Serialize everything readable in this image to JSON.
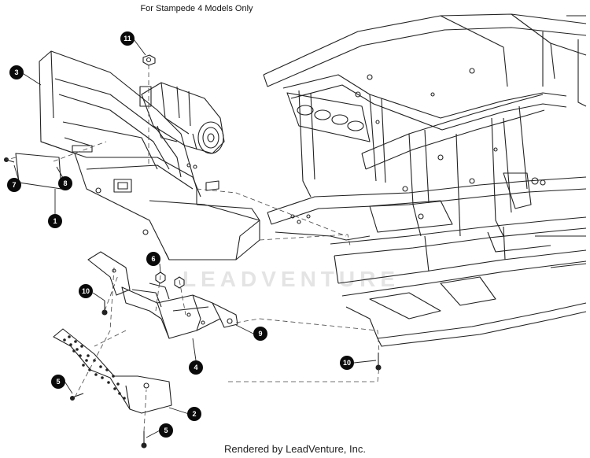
{
  "header": {
    "title": "For Stampede 4 Models Only"
  },
  "footer": {
    "credit": "Rendered by LeadVenture, Inc."
  },
  "watermark": {
    "text": "LEADVENTURE"
  },
  "callouts": [
    {
      "id": "c11",
      "label": "11"
    },
    {
      "id": "c3",
      "label": "3"
    },
    {
      "id": "c7",
      "label": "7"
    },
    {
      "id": "c8",
      "label": "8"
    },
    {
      "id": "c1",
      "label": "1"
    },
    {
      "id": "c6",
      "label": "6"
    },
    {
      "id": "c10a",
      "label": "10"
    },
    {
      "id": "c9",
      "label": "9"
    },
    {
      "id": "c4",
      "label": "4"
    },
    {
      "id": "c10b",
      "label": "10"
    },
    {
      "id": "c5a",
      "label": "5"
    },
    {
      "id": "c2",
      "label": "2"
    },
    {
      "id": "c5b",
      "label": "5"
    }
  ],
  "colors": {
    "line": "#222222",
    "callout_bg": "#0a0a0a",
    "callout_text": "#ffffff",
    "dash": "#444444"
  }
}
